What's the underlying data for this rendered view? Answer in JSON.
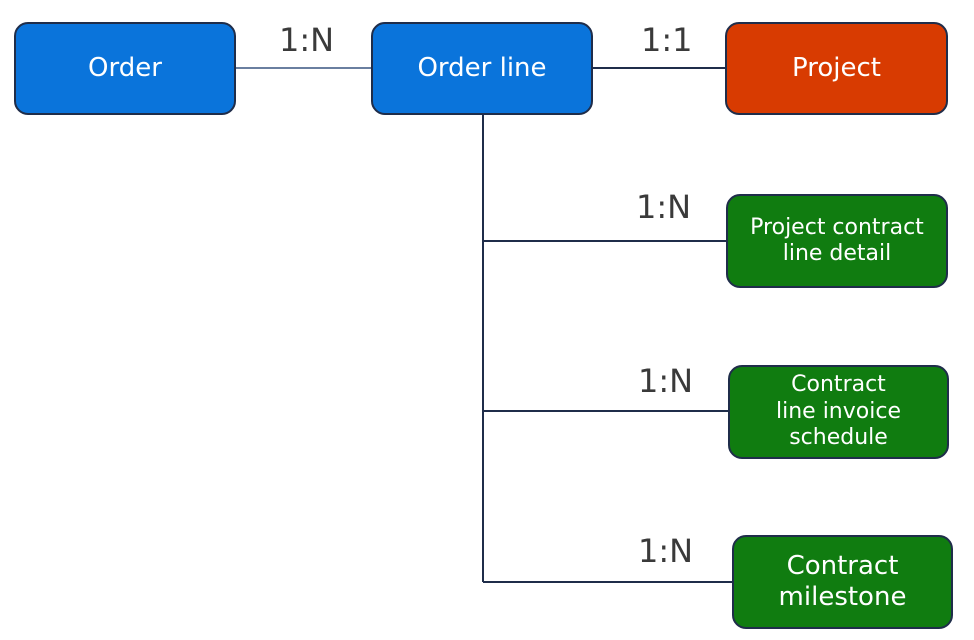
{
  "nodes": {
    "order": {
      "label": "Order",
      "color": "#0a74db"
    },
    "order_line": {
      "label": "Order line",
      "color": "#0a74db"
    },
    "project": {
      "label": "Project",
      "color": "#d83b01"
    },
    "project_contract_line_detail": {
      "label_lines": [
        "Project contract",
        "line detail"
      ],
      "color": "#107c10"
    },
    "contract_line_invoice_schedule": {
      "label_lines": [
        "Contract",
        "line invoice",
        "schedule"
      ],
      "color": "#107c10"
    },
    "contract_milestone": {
      "label_lines": [
        "Contract",
        "milestone"
      ],
      "color": "#107c10"
    }
  },
  "relationships": [
    {
      "from": "order",
      "to": "order_line",
      "cardinality": "1:N"
    },
    {
      "from": "order_line",
      "to": "project",
      "cardinality": "1:1"
    },
    {
      "from": "order_line",
      "to": "project_contract_line_detail",
      "cardinality": "1:N"
    },
    {
      "from": "order_line",
      "to": "contract_line_invoice_schedule",
      "cardinality": "1:N"
    },
    {
      "from": "order_line",
      "to": "contract_milestone",
      "cardinality": "1:N"
    }
  ]
}
